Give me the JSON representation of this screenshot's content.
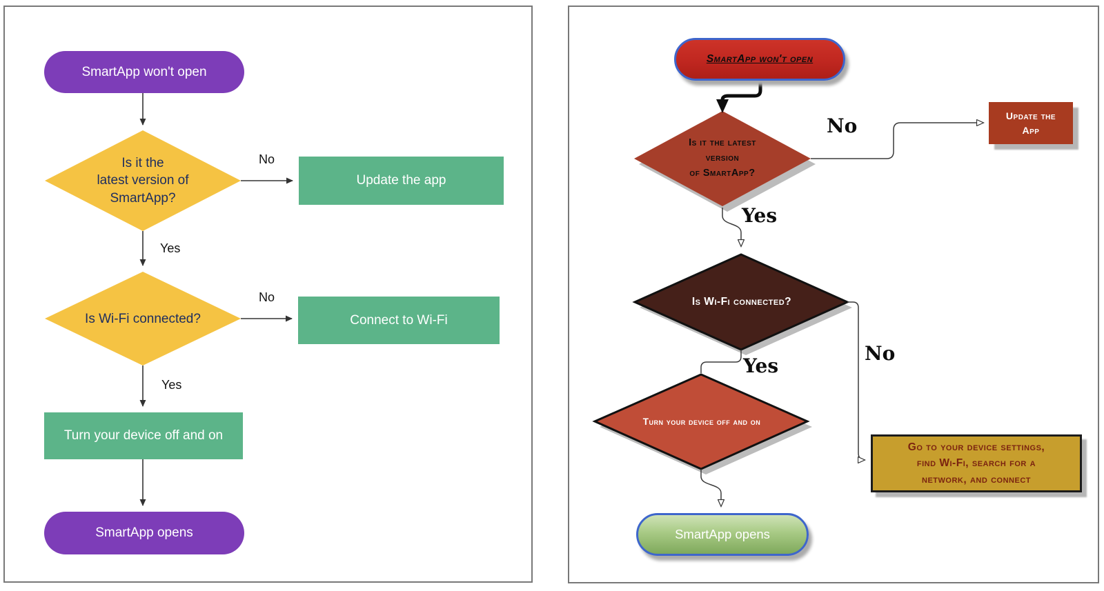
{
  "colors": {
    "left_purple": "#7d3db8",
    "left_yellow": "#f5c343",
    "left_green": "#5cb489",
    "left_diamond_text": "#1d2d5f",
    "right_red_pill": "#c02720",
    "right_brick_diamond": "#a63e2a",
    "right_update_box": "#a83b20",
    "right_dark_diamond": "#452019",
    "right_terracotta_diamond": "#c04d37",
    "right_gold_box": "#c79e2d",
    "right_gold_text": "#7b2310",
    "right_blue_border": "#3e66cc",
    "right_green_pill_top": "#cfe3b6",
    "right_green_pill_bottom": "#7fa95c"
  },
  "left_flowchart": {
    "nodes": {
      "start": {
        "label": "SmartApp won't open"
      },
      "q_version": {
        "lines": [
          "Is it the",
          "latest version of",
          "SmartApp?"
        ]
      },
      "update": {
        "label": "Update the app"
      },
      "q_wifi": {
        "label": "Is Wi-Fi connected?"
      },
      "connect": {
        "label": "Connect to Wi-Fi"
      },
      "restart": {
        "label": "Turn your device off and on"
      },
      "end": {
        "label": "SmartApp opens"
      }
    },
    "labels": {
      "no1": "No",
      "yes1": "Yes",
      "no2": "No",
      "yes2": "Yes"
    }
  },
  "right_flowchart": {
    "nodes": {
      "start": {
        "label": "SmartApp won't open"
      },
      "q_version": {
        "lines": [
          "Is it the latest",
          "version",
          "of SmartApp?"
        ]
      },
      "update": {
        "lines": [
          "Update the",
          "App"
        ]
      },
      "q_wifi": {
        "label": "Is Wi-Fi connected?"
      },
      "restart": {
        "label": "Turn your device off and on"
      },
      "settings": {
        "lines": [
          "Go to your device settings,",
          "find Wi-Fi, search for a",
          "network, and connect"
        ]
      },
      "end": {
        "label": "SmartApp opens"
      }
    },
    "labels": {
      "no1": "No",
      "yes1": "Yes",
      "yes2": "Yes",
      "no2": "No"
    }
  }
}
